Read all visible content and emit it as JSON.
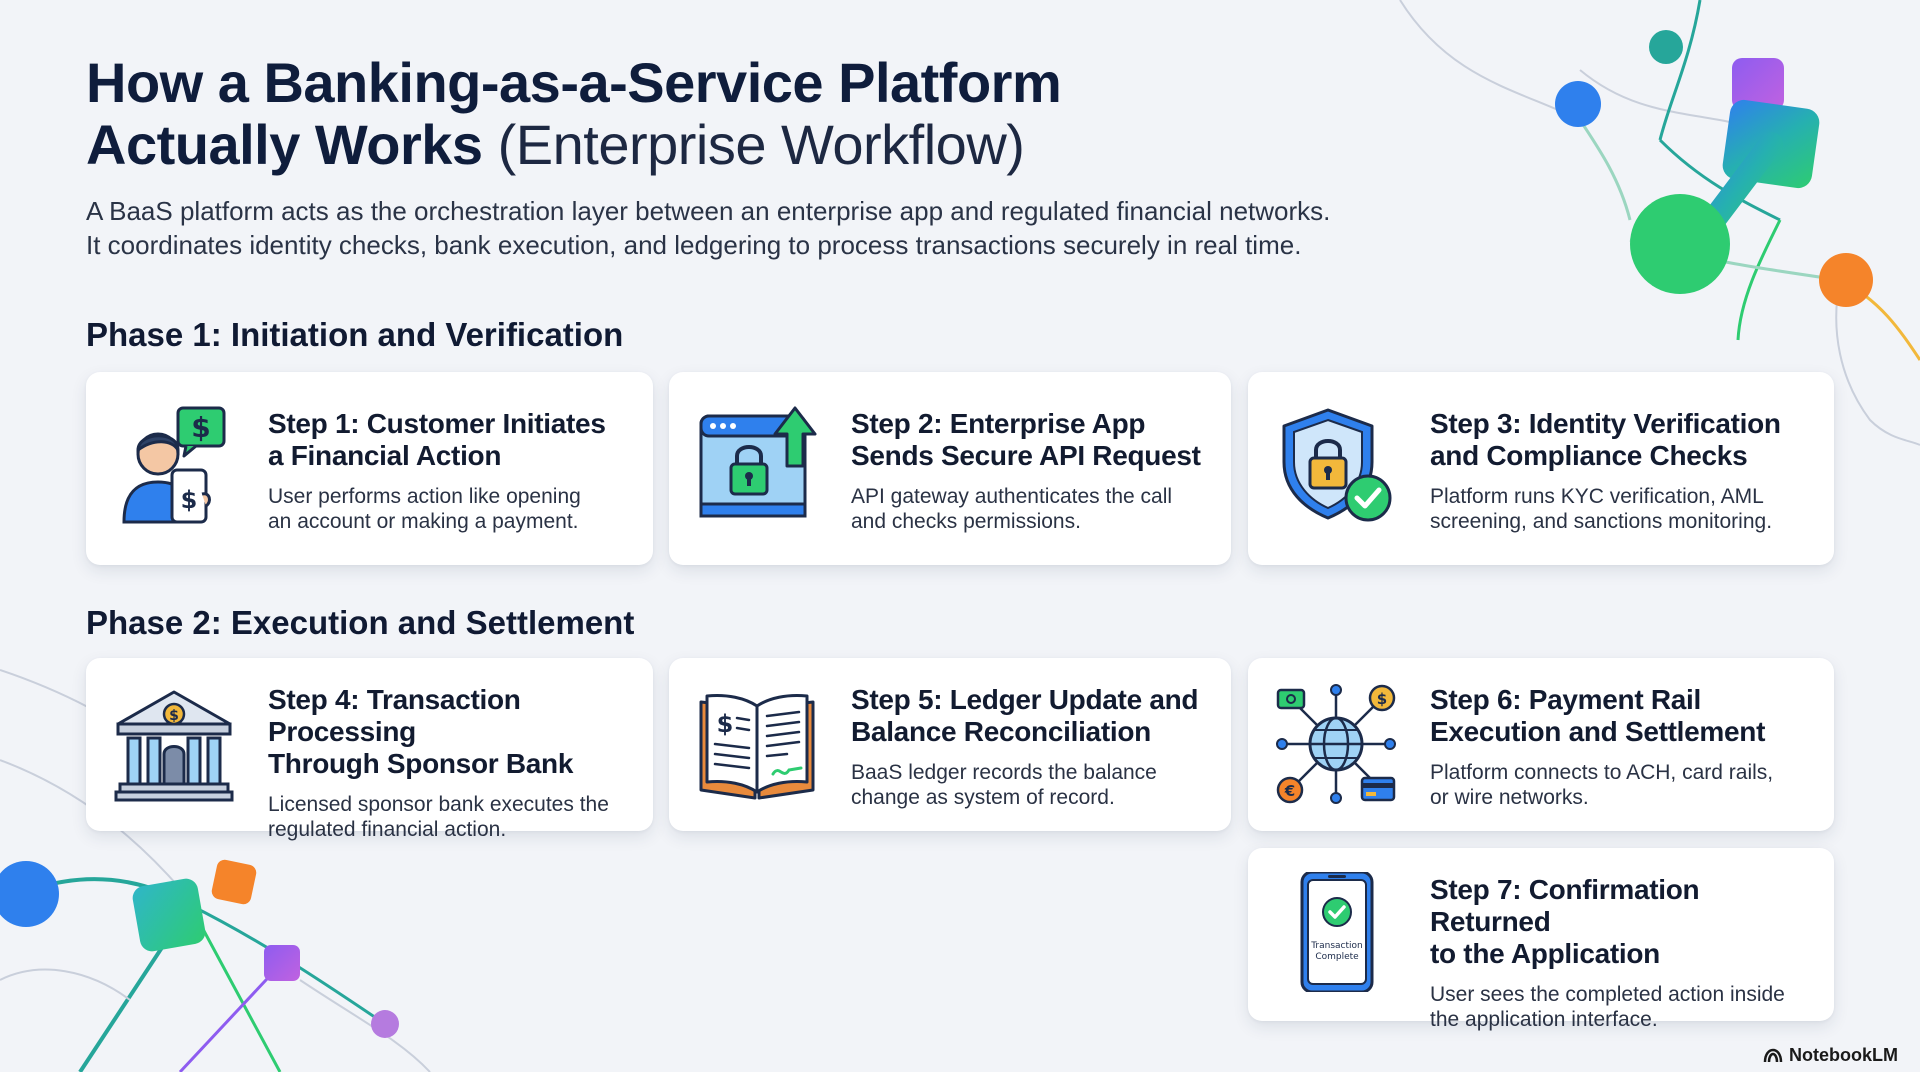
{
  "header": {
    "title_bold_line1": "How a Banking-as-a-Service Platform",
    "title_bold_line2": "Actually Works",
    "title_light": "(Enterprise Workflow)",
    "subtitle_line1": "A BaaS platform acts as the orchestration layer between an enterprise app and regulated financial networks.",
    "subtitle_line2": "It coordinates identity checks, bank execution, and ledgering to process transactions securely in real time."
  },
  "phases": [
    {
      "label": "Phase 1: Initiation and Verification"
    },
    {
      "label": "Phase 2: Execution and Settlement"
    }
  ],
  "steps": [
    {
      "title_line1": "Step 1: Customer Initiates",
      "title_line2": "a Financial Action",
      "desc_line1": "User performs action like opening",
      "desc_line2": "an account or making a payment.",
      "icon": "customer-phone-icon"
    },
    {
      "title_line1": "Step 2: Enterprise App",
      "title_line2": "Sends Secure API Request",
      "desc_line1": "API gateway authenticates the call",
      "desc_line2": "and checks permissions.",
      "icon": "secure-api-icon"
    },
    {
      "title_line1": "Step 3: Identity Verification",
      "title_line2": "and Compliance Checks",
      "desc_line1": "Platform runs KYC verification, AML",
      "desc_line2": "screening, and sanctions monitoring.",
      "icon": "shield-lock-icon"
    },
    {
      "title_line1": "Step 4: Transaction Processing",
      "title_line2": "Through Sponsor Bank",
      "desc_line1": "Licensed sponsor bank executes the",
      "desc_line2": "regulated financial action.",
      "icon": "bank-icon"
    },
    {
      "title_line1": "Step 5: Ledger Update and",
      "title_line2": "Balance Reconciliation",
      "desc_line1": "BaaS ledger records the balance",
      "desc_line2": "change as system of record.",
      "icon": "ledger-book-icon"
    },
    {
      "title_line1": "Step 6: Payment Rail",
      "title_line2": "Execution and Settlement",
      "desc_line1": "Platform connects to ACH, card rails,",
      "desc_line2": "or wire networks.",
      "icon": "payment-network-icon"
    },
    {
      "title_line1": "Step 7: Confirmation Returned",
      "title_line2": "to the Application",
      "desc_line1": "User sees the completed action inside",
      "desc_line2": "the application interface.",
      "icon": "phone-confirmation-icon",
      "phone_text_line1": "Transaction",
      "phone_text_line2": "Complete"
    }
  ],
  "watermark": {
    "label": "NotebookLM",
    "icon": "notebooklm-logo-icon"
  },
  "colors": {
    "navy": "#0f1d3c",
    "blue": "#2f80ed",
    "teal": "#26a69a",
    "green": "#2ecc71",
    "orange": "#f5842a",
    "purple": "#9b59d6",
    "gold": "#f2b83b"
  }
}
